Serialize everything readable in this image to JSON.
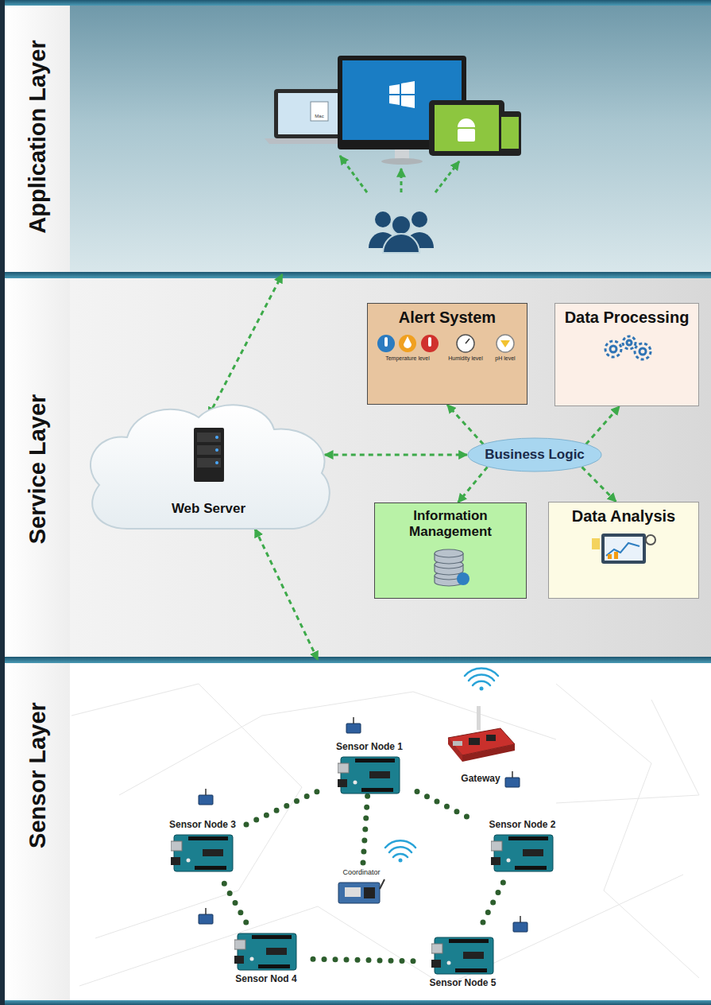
{
  "diagram": {
    "nodes": [
      {
        "text": [
          "Application Layer"
        ]
      },
      {
        "text": [
          "Service Layer"
        ]
      },
      {
        "text": [
          "Sensor Layer"
        ]
      },
      {
        "text": [
          "Web Server"
        ],
        "in": 1
      },
      {
        "text": [
          "Alert System",
          "Temperature level",
          "Humidity level",
          "pH level"
        ],
        "in": 1
      },
      {
        "text": [
          "Data Processing"
        ],
        "in": 1
      },
      {
        "text": [
          "Business Logic"
        ],
        "in": 1
      },
      {
        "text": [
          "Information Management"
        ],
        "in": 1
      },
      {
        "text": [
          "Data Analysis"
        ],
        "in": 1
      },
      {
        "text": [
          "Sensor Node 1"
        ],
        "in": 2
      },
      {
        "text": [
          "Gateway"
        ],
        "in": 2
      },
      {
        "text": [
          "Sensor Node 3"
        ],
        "in": 2
      },
      {
        "text": [
          "Sensor Node 2"
        ],
        "in": 2
      },
      {
        "text": [
          "Coordinator"
        ],
        "in": 2
      },
      {
        "text": [
          "Sensor Nod 4"
        ],
        "in": 2
      },
      {
        "text": [
          "Sensor Node 5"
        ],
        "in": 2
      }
    ],
    "edges": [
      {
        "from": 3,
        "to": 0,
        "arrow": "both"
      },
      {
        "from": 3,
        "to": 6,
        "arrow": "both"
      },
      {
        "from": 6,
        "to": 4,
        "arrow": "to"
      },
      {
        "from": 6,
        "to": 5,
        "arrow": "to"
      },
      {
        "from": 6,
        "to": 7,
        "arrow": "to"
      },
      {
        "from": 6,
        "to": 8,
        "arrow": "to"
      },
      {
        "from": 3,
        "to": 2,
        "arrow": "both"
      },
      {
        "from": 9,
        "to": 12,
        "arrow": "none"
      },
      {
        "from": 12,
        "to": 15,
        "arrow": "none"
      },
      {
        "from": 15,
        "to": 14,
        "arrow": "none"
      },
      {
        "from": 14,
        "to": 11,
        "arrow": "none"
      },
      {
        "from": 11,
        "to": 9,
        "arrow": "none"
      },
      {
        "from": 13,
        "to": 9,
        "arrow": "none"
      }
    ],
    "labels": [
      "Mac"
    ]
  }
}
